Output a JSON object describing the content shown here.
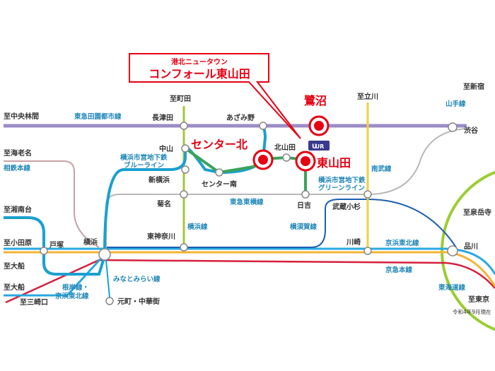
{
  "callout": {
    "subtitle": "港北ニュータウン",
    "title": "コンフォール東山田"
  },
  "highlight_stations": {
    "sagisawa": "鷺沼",
    "center_kita": "センター北",
    "higashiyamata": "東山田"
  },
  "stations": {
    "nagatsuta": "長津田",
    "azamino": "あざみ野",
    "nakayama": "中山",
    "kitayamata": "北山田",
    "center_minami": "センター南",
    "shin_yokohama": "新横浜",
    "kikuna": "菊名",
    "hiyoshi": "日吉",
    "musashi_kosugi": "武蔵小杉",
    "shibuya": "渋谷",
    "higashi_kanagawa": "東神奈川",
    "yokohama": "横浜",
    "totsuka": "戸塚",
    "kawasaki": "川崎",
    "shinagawa": "品川",
    "motomachi": "元町・中華街"
  },
  "directions": {
    "to_chuo_rinkan": "至中央林間",
    "to_ebina": "至海老名",
    "to_shonandai": "至湘南台",
    "to_odawara": "至小田原",
    "to_ofuna_1": "至大船",
    "to_ofuna_2": "至大船",
    "to_misakiguchi": "至三崎口",
    "to_machida": "至町田",
    "to_tachikawa": "至立川",
    "to_shinjuku": "至新宿",
    "to_sengakuji": "至泉岳寺",
    "to_tokyo": "至東京"
  },
  "lines": {
    "denentoshi": "東急田園都市線",
    "blue_1": "横浜市営地下鉄",
    "blue_2": "ブルーライン",
    "green_1": "横浜市営地下鉄",
    "green_2": "グリーンライン",
    "sotetsu": "相鉄本線",
    "toyoko": "東急東横線",
    "yokohama_line": "横浜線",
    "yokosuka": "横須賀線",
    "nambu": "南武線",
    "yamanote": "山手線",
    "keihin_tohoku": "京浜東北線",
    "keikyu": "京急本線",
    "tokaido": "東海道線",
    "negishi_1": "根岸線・",
    "negishi_2": "京浜東北線",
    "minatomirai": "みなとみらい線"
  },
  "ur_badge": "UR",
  "date_note": "令和4年9月現在",
  "colors": {
    "denentoshi": "#9b8cc6",
    "blue_line": "#1aa0d0",
    "green_line": "#3aa35b",
    "toyoko": "#b8b8b8",
    "yokohama_line": "#a8c73a",
    "keihin_tohoku": "#29a8e0",
    "tokaido": "#f5b335",
    "keikyu": "#d6203c",
    "sotetsu": "#c7a1a6",
    "nambu": "#f2d13a",
    "yamanote": "#9acd32",
    "highlight": "#e60012"
  }
}
